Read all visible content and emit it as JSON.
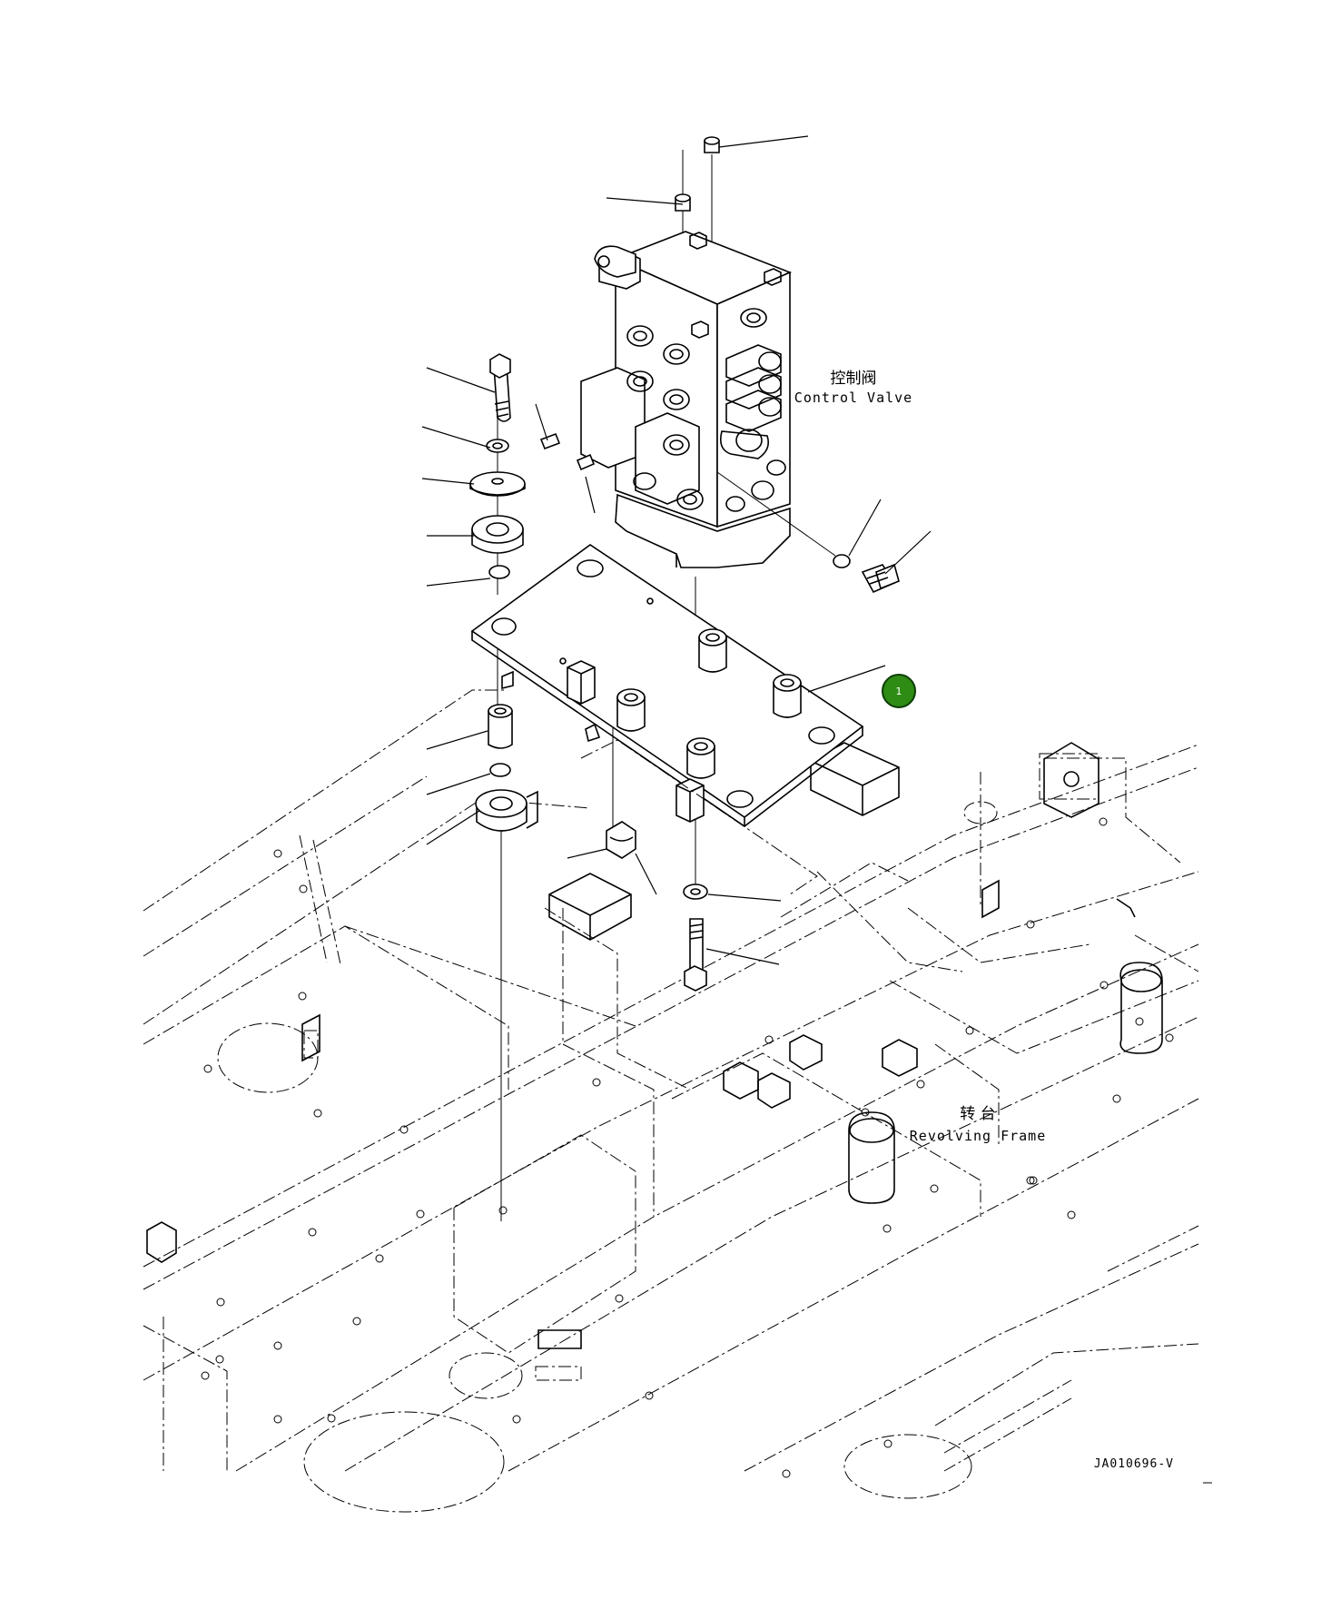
{
  "labels": {
    "control_valve_cn": "控制阀",
    "control_valve_en": "Control Valve",
    "revolving_frame_cn": "转 台",
    "revolving_frame_en": "Revolving Frame"
  },
  "callout": {
    "number": "1",
    "color": "#2e8b14"
  },
  "drawing_number": "JA010696-V"
}
